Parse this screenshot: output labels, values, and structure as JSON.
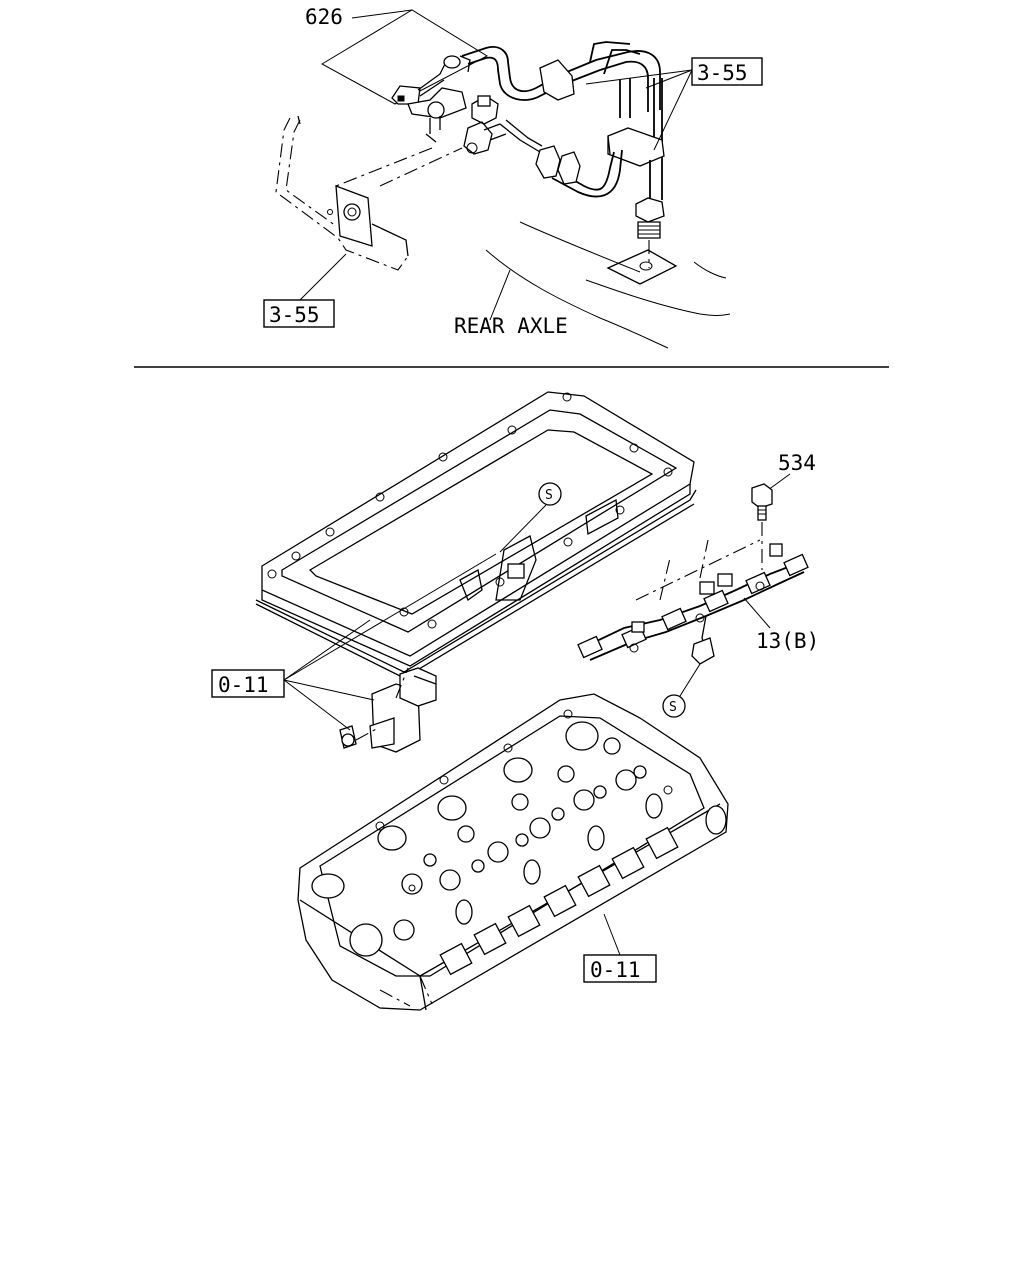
{
  "top_section": {
    "callouts": {
      "part_626": "626",
      "ref_355_right": "3-55",
      "ref_355_left": "3-55",
      "rear_axle": "REAR AXLE"
    }
  },
  "bottom_section": {
    "callouts": {
      "part_534": "534",
      "harness_13b": "13(B)",
      "ref_011_left": "0-11",
      "ref_011_bottom": "0-11",
      "s_upper": "S",
      "s_lower": "S"
    }
  }
}
